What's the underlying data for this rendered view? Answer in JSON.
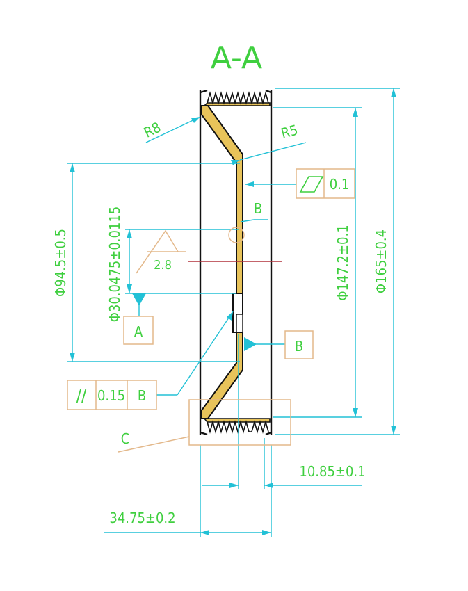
{
  "section_title": "A-A",
  "colors": {
    "outline": "#111111",
    "dimension": "#22c1d6",
    "text": "#3fcf3f",
    "frame": "#e3b88a",
    "hatch": "#e8c35a",
    "centerline": "#b0303a"
  },
  "labels": {
    "r8": "R8",
    "r5": "R5",
    "dia_94": "Φ94.5±0.5",
    "dia_30": "Φ30.0475±0.0115",
    "dia_147": "Φ147.2±0.1",
    "dia_165": "Φ165±0.4",
    "width_bottom": "34.75±0.2",
    "hub_width": "10.85±0.1",
    "roughness": "2.8",
    "datum_a": "A",
    "datum_b": "B",
    "detail_b": "B",
    "detail_c": "C"
  },
  "flatness": {
    "symbol": "parallelogram-icon",
    "value": "0.1"
  },
  "parallelism": {
    "symbol": "//",
    "value": "0.15",
    "datum": "B"
  }
}
